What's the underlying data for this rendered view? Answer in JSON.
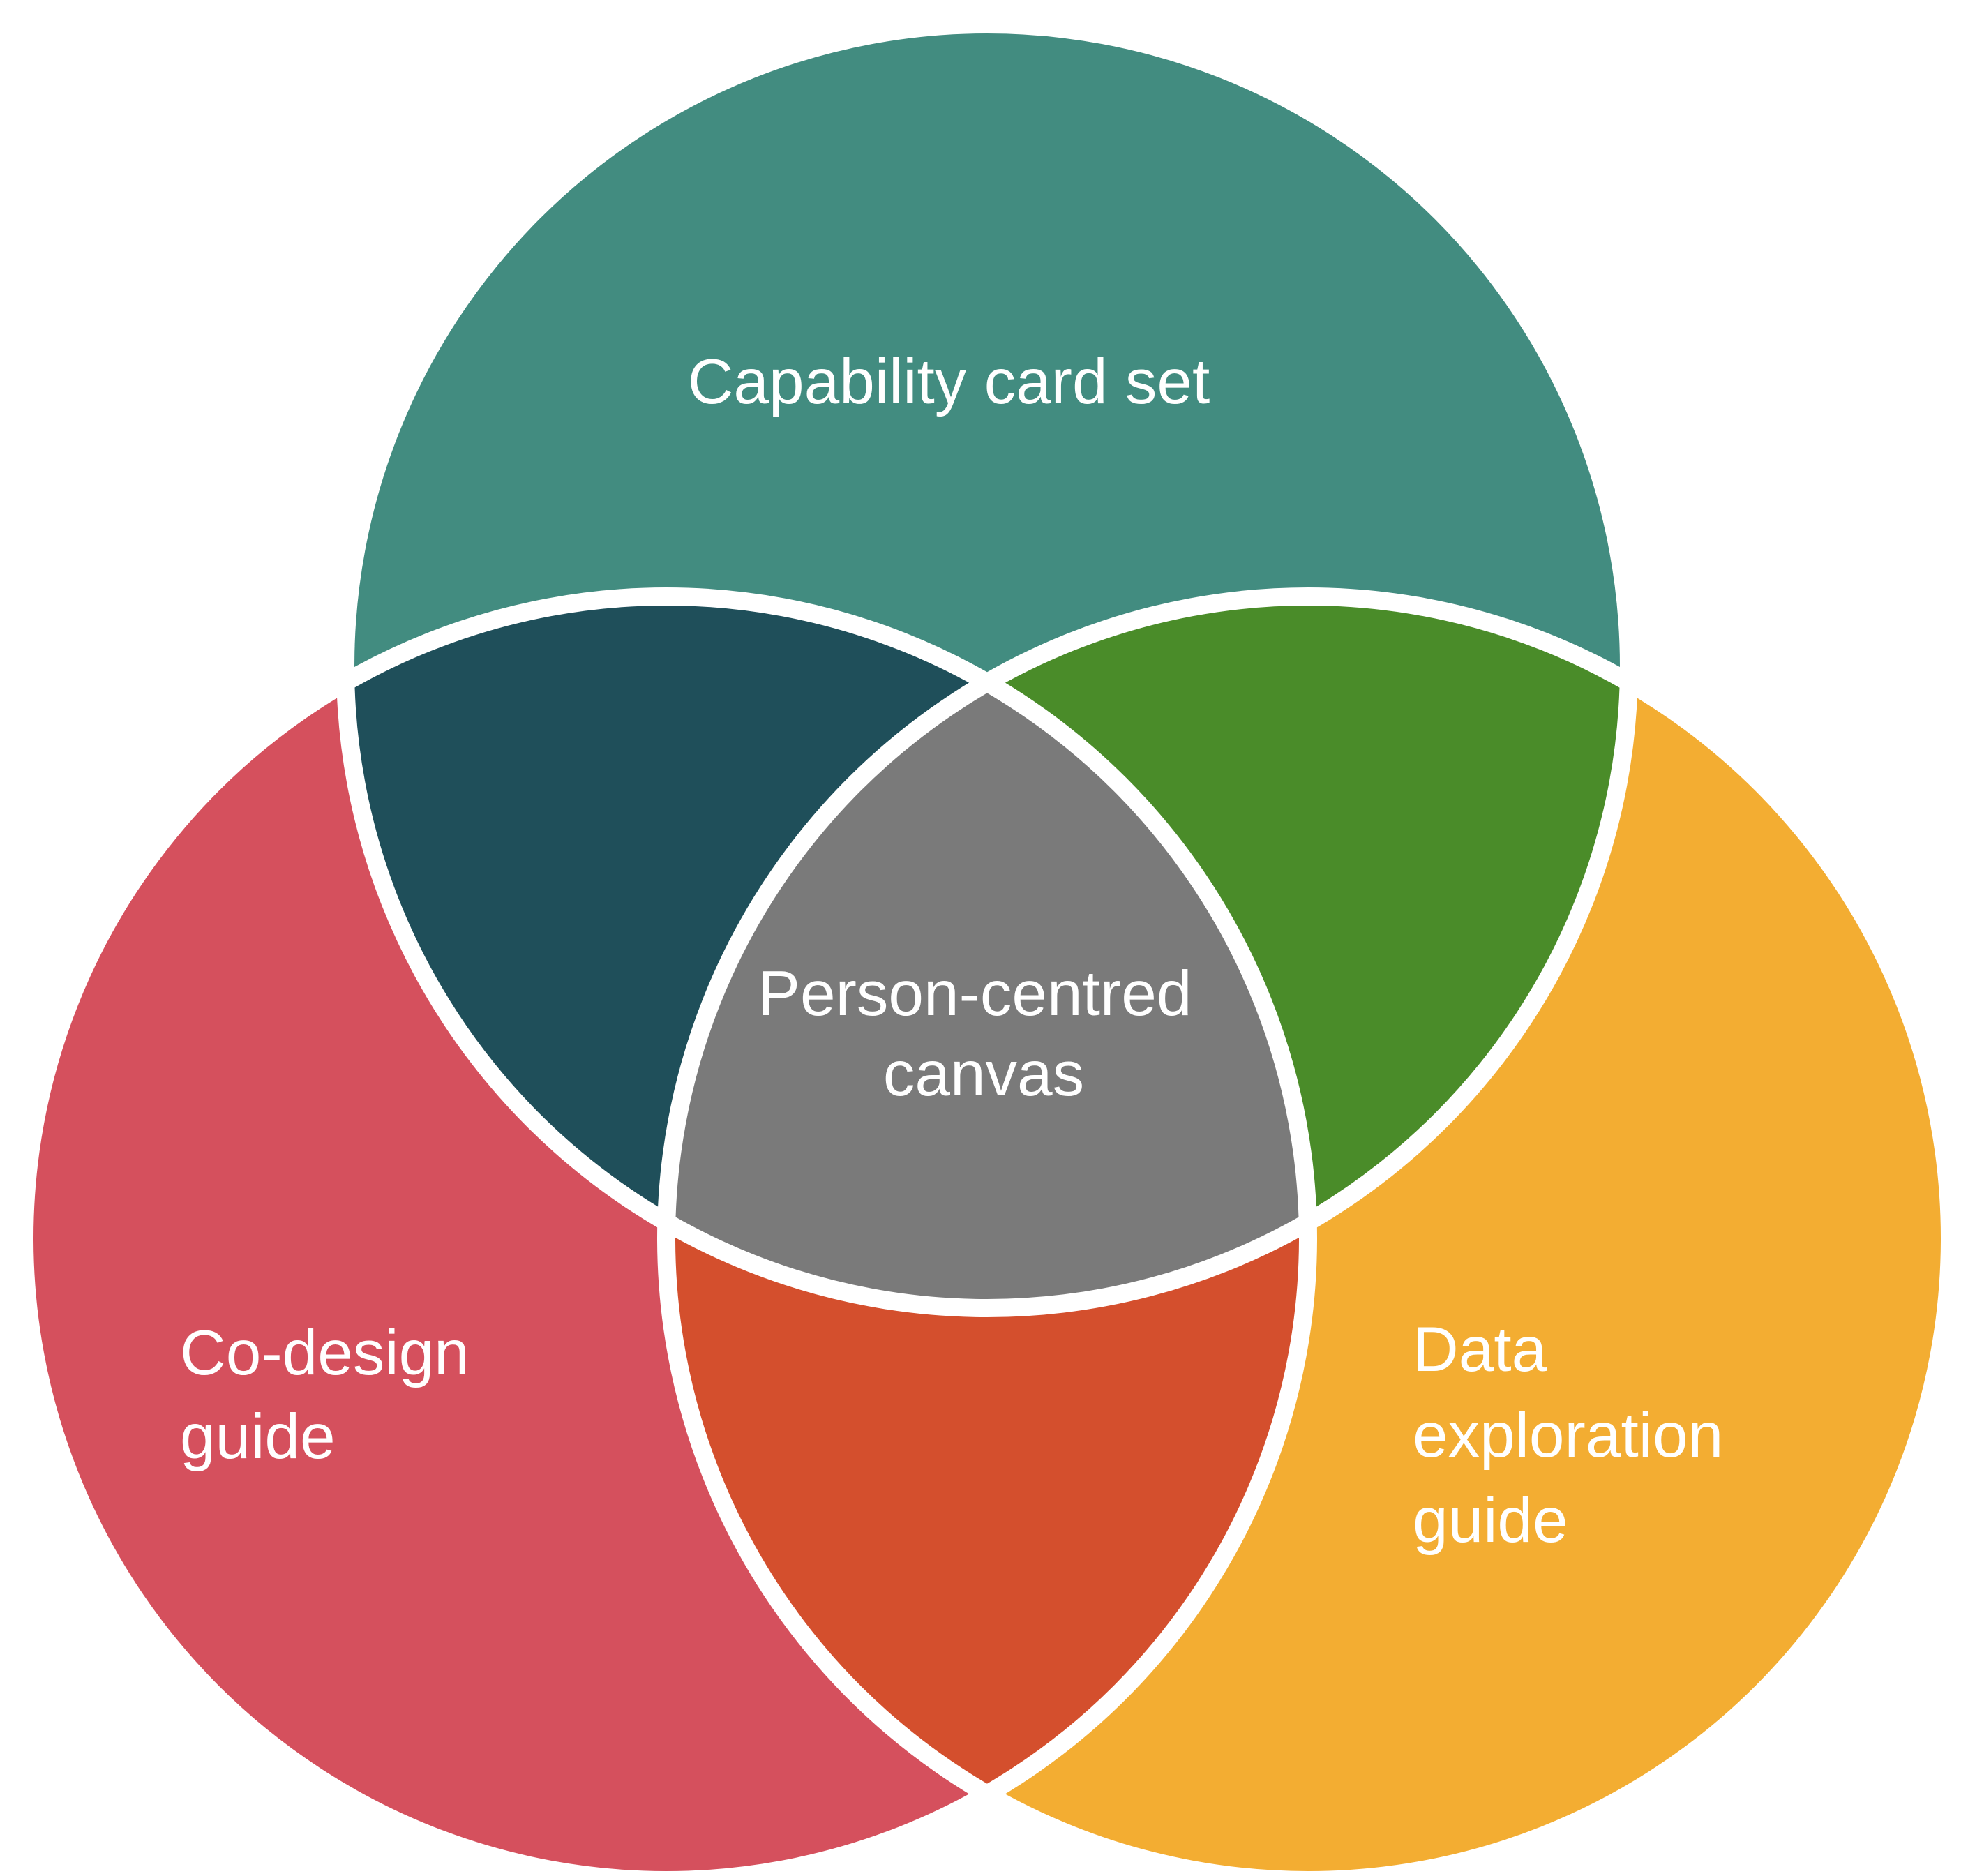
{
  "sets": {
    "top": {
      "label": [
        "Capability card set"
      ],
      "color": "#428C80"
    },
    "left": {
      "label": [
        "Co-design",
        "guide"
      ],
      "color": "#D5505D"
    },
    "right": {
      "label": [
        "Data",
        "exploration",
        "guide"
      ],
      "color": "#F3AD32"
    }
  },
  "overlaps": {
    "top_left": {
      "color": "#1F4F5A"
    },
    "top_right": {
      "color": "#4A8C29"
    },
    "left_right": {
      "color": "#D44F2D"
    },
    "center": {
      "label": [
        "Person-centred",
        "canvas"
      ],
      "color": "#7A7A7A"
    }
  },
  "outline_color": "#ffffff"
}
